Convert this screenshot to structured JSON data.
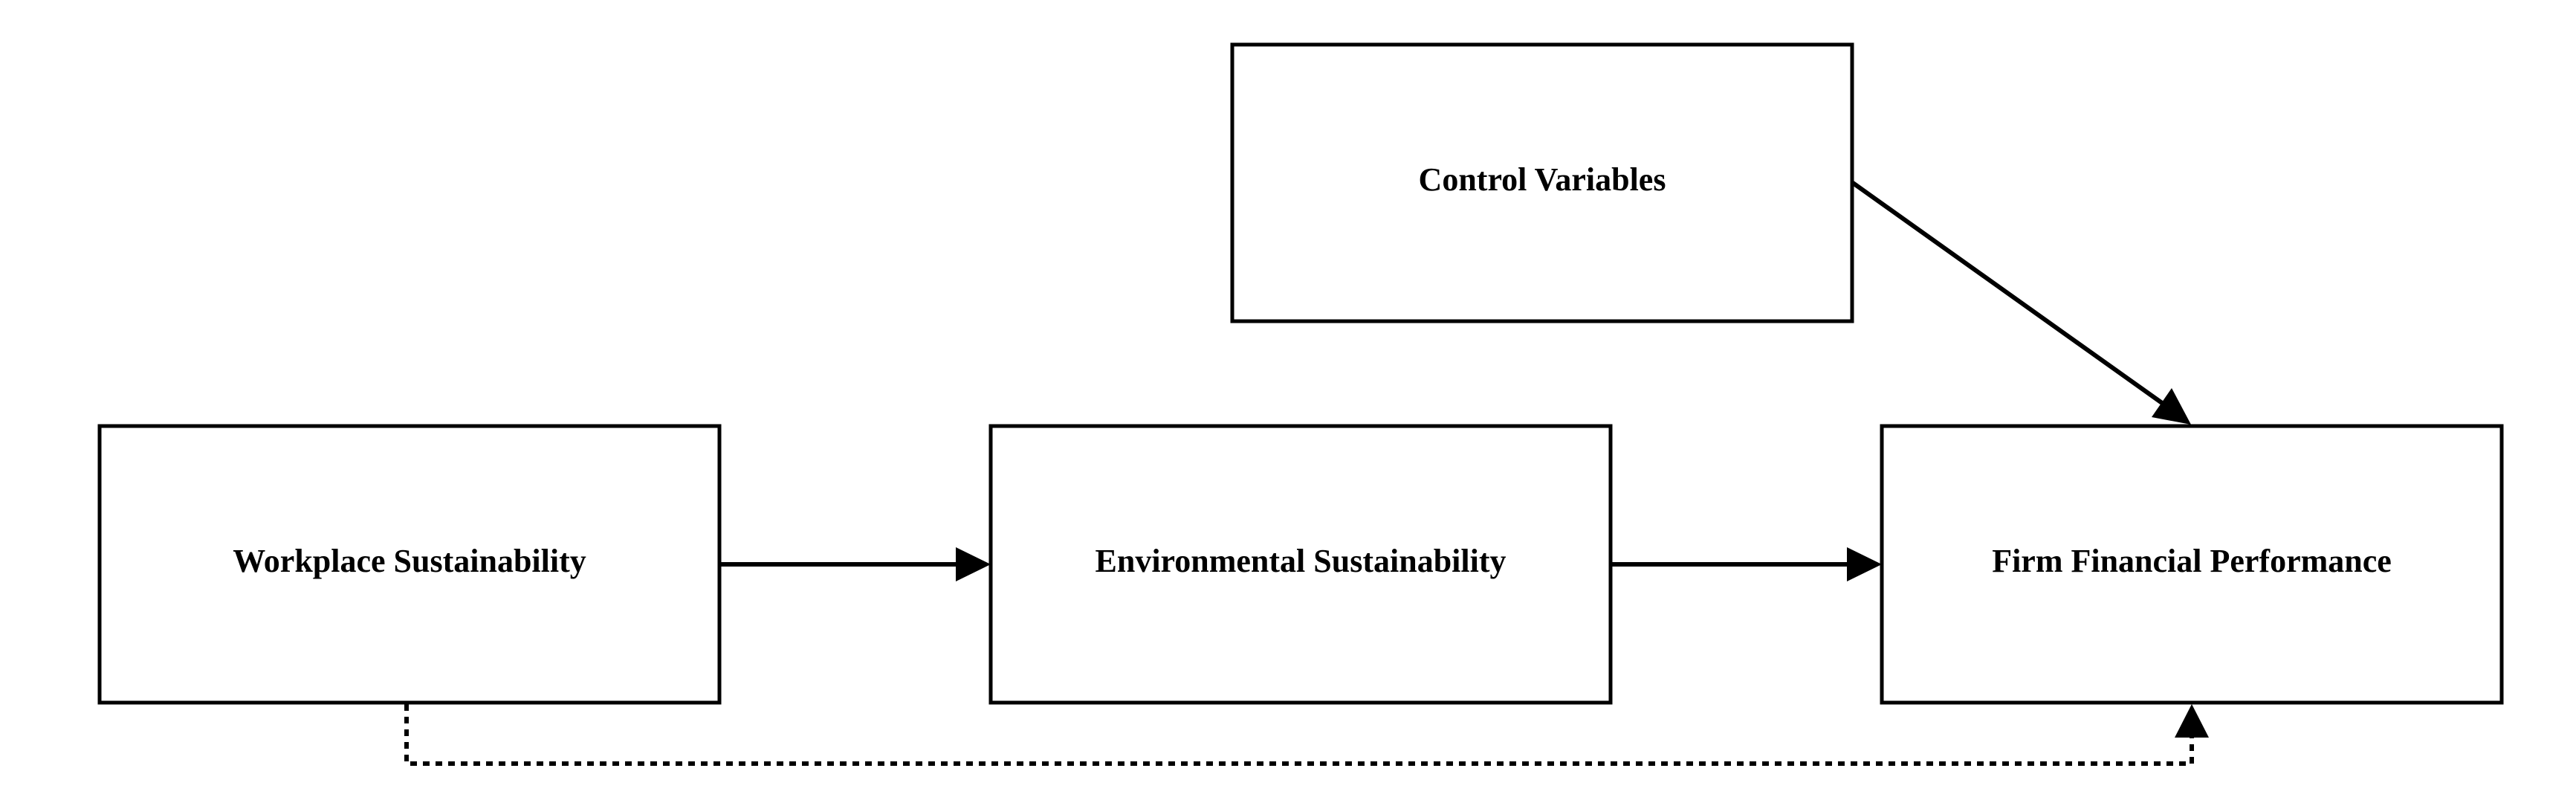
{
  "nodes": {
    "control_variables": {
      "label": "Control Variables"
    },
    "workplace_sustainability": {
      "label": "Workplace Sustainability"
    },
    "environmental_sustainability": {
      "label": "Environmental Sustainability"
    },
    "firm_financial_performance": {
      "label": "Firm Financial Performance"
    }
  },
  "edges": [
    {
      "from": "workplace_sustainability",
      "to": "environmental_sustainability",
      "style": "solid"
    },
    {
      "from": "environmental_sustainability",
      "to": "firm_financial_performance",
      "style": "solid"
    },
    {
      "from": "control_variables",
      "to": "firm_financial_performance",
      "style": "solid"
    },
    {
      "from": "workplace_sustainability",
      "to": "firm_financial_performance",
      "style": "dotted"
    }
  ],
  "colors": {
    "line": "#000000",
    "box_fill": "#ffffff",
    "background": "#ffffff"
  }
}
